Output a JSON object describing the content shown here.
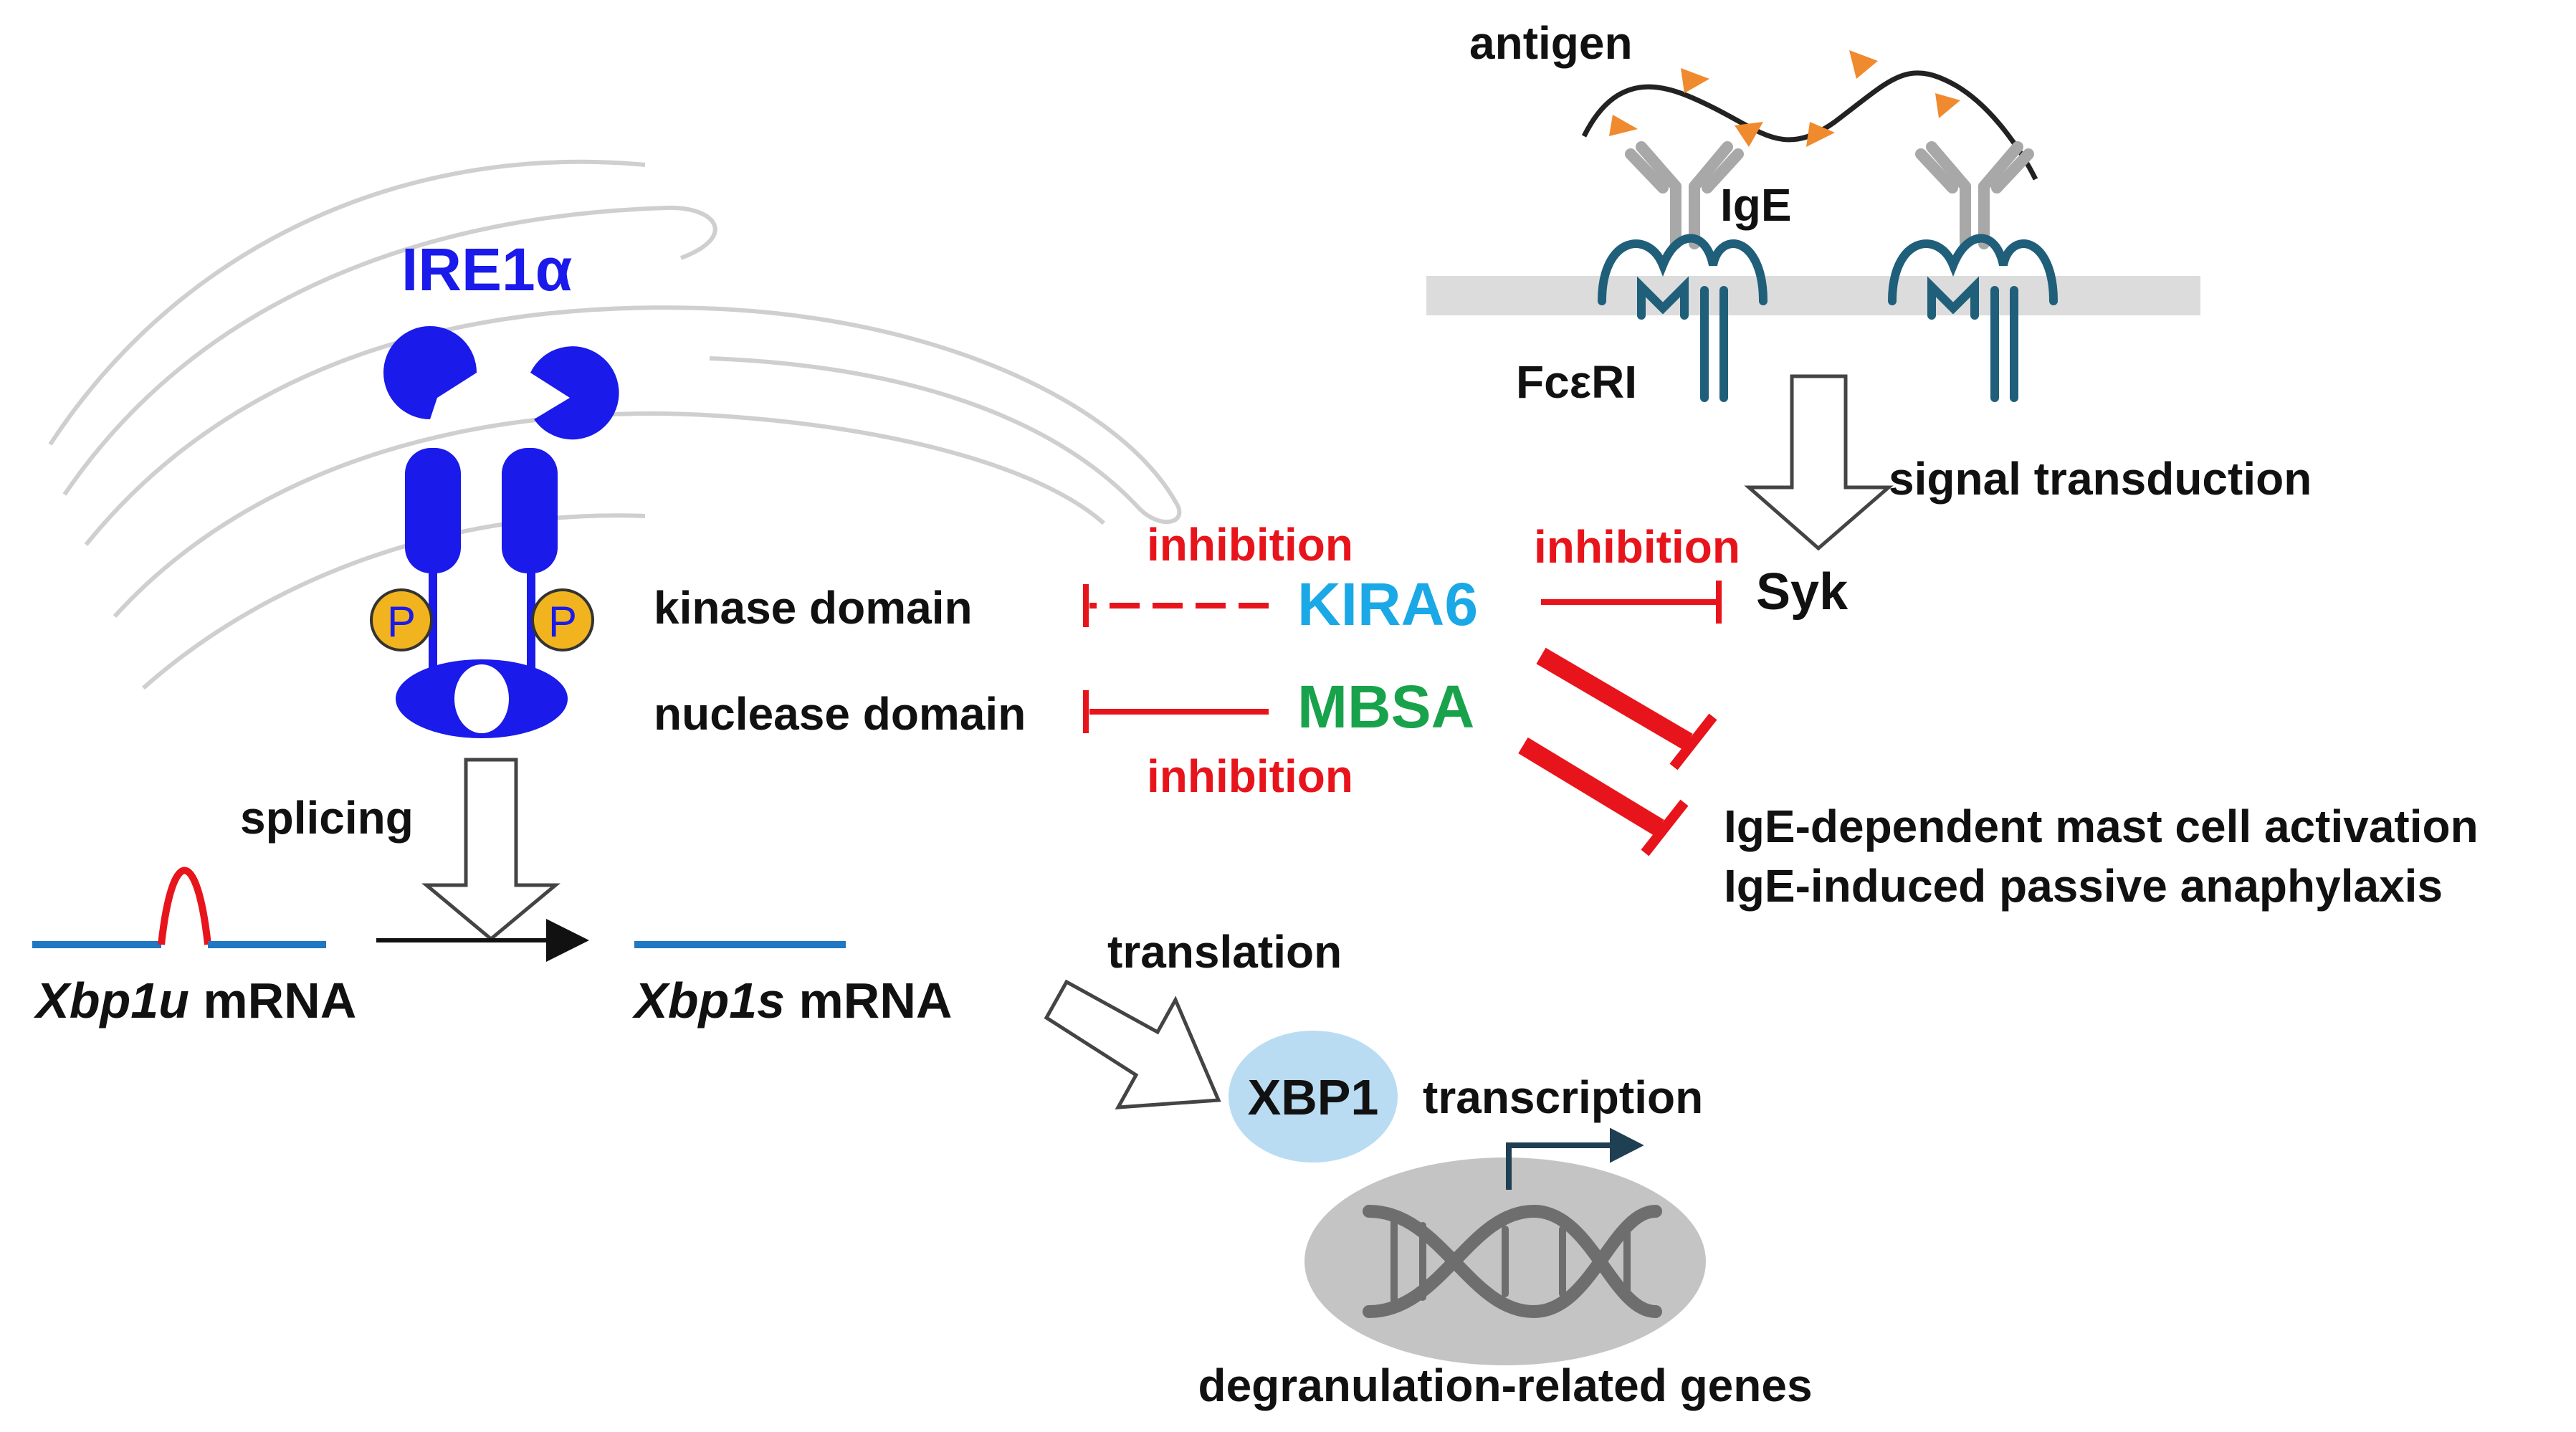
{
  "labels": {
    "ire1a": "IRE1α",
    "phospho": "P",
    "kinase_domain": "kinase domain",
    "nuclease_domain": "nuclease domain",
    "inhibition_top_left": "inhibition",
    "inhibition_top_right": "inhibition",
    "inhibition_bottom": "inhibition",
    "kira6": "KIRA6",
    "mbsa": "MBSA",
    "syk": "Syk",
    "antigen": "antigen",
    "ige": "IgE",
    "fceri": "FcεRI",
    "signal_transduction": "signal transduction",
    "splicing": "splicing",
    "xbp1u_italic": "Xbp1u",
    "xbp1u_rest": " mRNA",
    "xbp1s_italic": "Xbp1s",
    "xbp1s_rest": " mRNA",
    "translation": "translation",
    "xbp1": "XBP1",
    "transcription": "transcription",
    "degranulation_genes": "degranulation-related genes",
    "outcome_1": "IgE-dependent mast cell activation",
    "outcome_2": "IgE-induced passive anaphylaxis"
  },
  "colors": {
    "ire1a": "#1a1aea",
    "kira6": "#1aa8e6",
    "mbsa": "#19a24c",
    "inhibition": "#e8141c",
    "fceri": "#1f5f7a",
    "antigen": "#f08a2e",
    "phospho": "#f2b41e",
    "xbp1_bubble": "#b9dcf2",
    "mrna": "#1f78c1",
    "intron": "#e8141c"
  }
}
